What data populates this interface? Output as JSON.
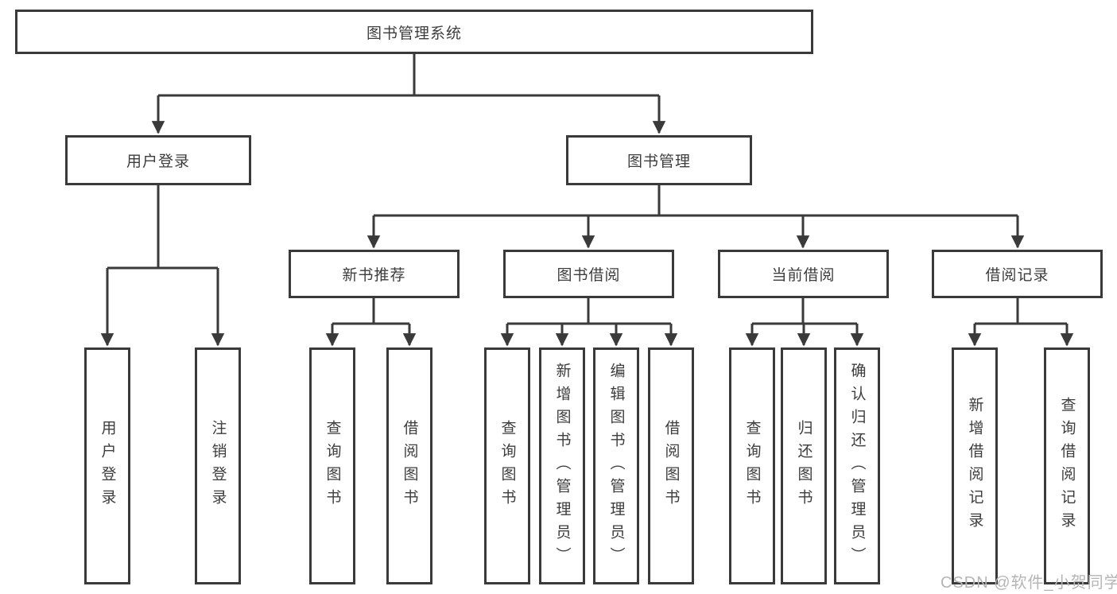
{
  "diagram": {
    "type": "hierarchy-flowchart",
    "tree": {
      "label": "图书管理系统",
      "children": [
        {
          "label": "用户登录",
          "children": [
            {
              "label": "用户登录"
            },
            {
              "label": "注销登录"
            }
          ]
        },
        {
          "label": "图书管理",
          "children": [
            {
              "label": "新书推荐",
              "children": [
                {
                  "label": "查询图书"
                },
                {
                  "label": "借阅图书"
                }
              ]
            },
            {
              "label": "图书借阅",
              "children": [
                {
                  "label": "查询图书"
                },
                {
                  "label": "新增图书（管理员）"
                },
                {
                  "label": "编辑图书（管理员）"
                },
                {
                  "label": "借阅图书"
                }
              ]
            },
            {
              "label": "当前借阅",
              "children": [
                {
                  "label": "查询图书"
                },
                {
                  "label": "归还图书"
                },
                {
                  "label": "确认归还（管理员）"
                }
              ]
            },
            {
              "label": "借阅记录",
              "children": [
                {
                  "label": "新增借阅记录"
                },
                {
                  "label": "查询借阅记录"
                }
              ]
            }
          ]
        }
      ]
    },
    "colors": {
      "box_border": "#3a3a3a",
      "connector": "#3a3a3a",
      "text": "#3d3d3d",
      "watermark_text": "#b5b5b5",
      "background": "#ffffff"
    }
  },
  "watermark": {
    "text": "CSDN @软件_小贺同学"
  }
}
